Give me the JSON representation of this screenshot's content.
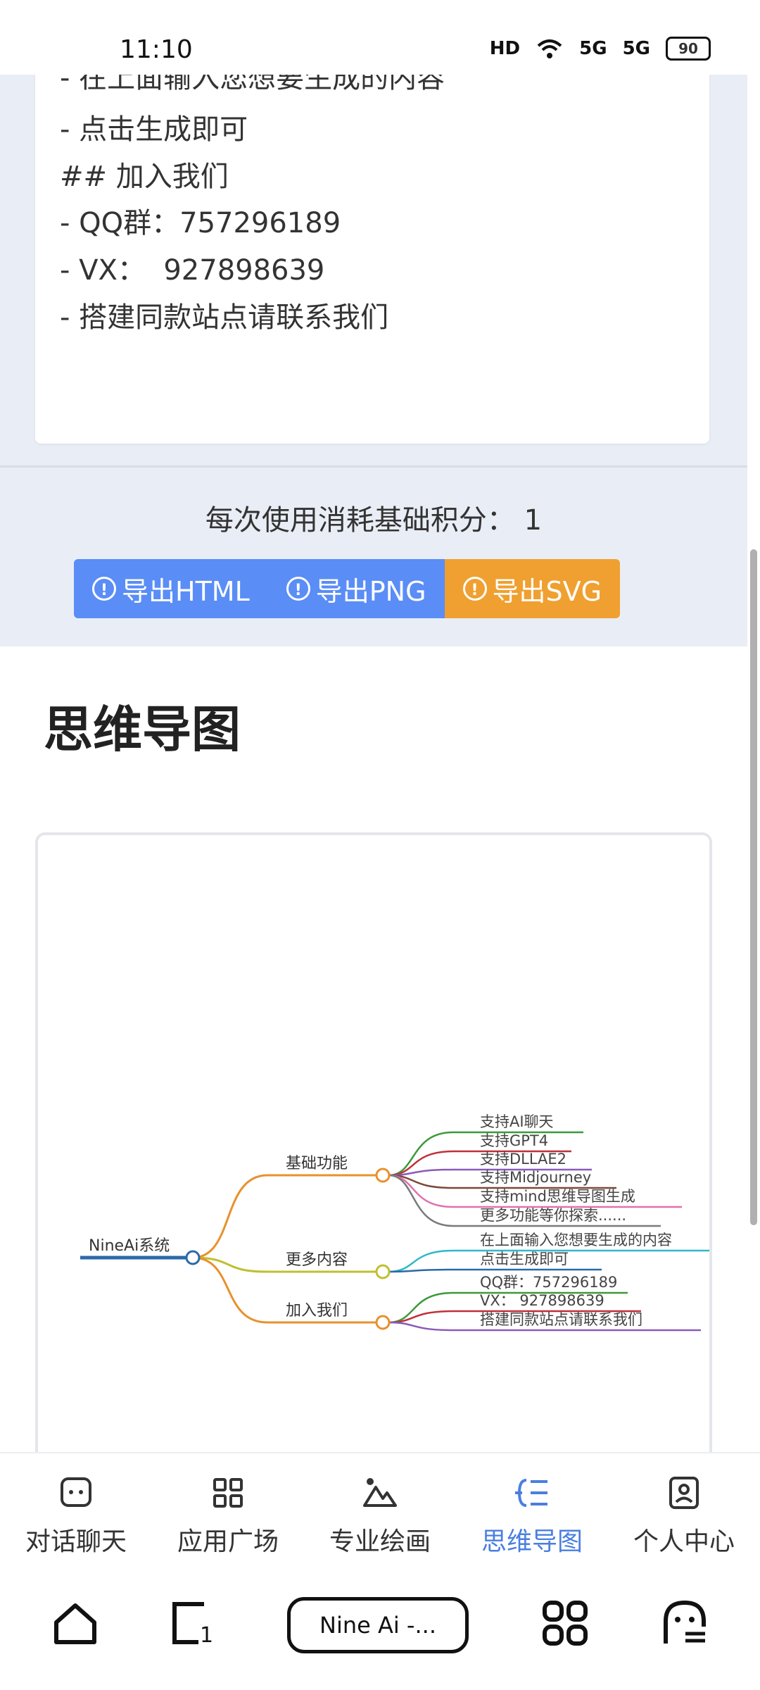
{
  "status_bar": {
    "time": "11:10",
    "hd_label": "HD",
    "signal1_label": "5G",
    "signal2_label": "5G",
    "battery": "90"
  },
  "content_card": {
    "lines": [
      "- 在上面输入您想要生成的内容",
      "- 点击生成即可",
      "## 加入我们",
      "- QQ群：757296189",
      "- VX：  927898639",
      "- 搭建同款站点请联系我们"
    ]
  },
  "cost_text": "每次使用消耗基础积分： 1",
  "export_buttons": [
    {
      "label": "导出HTML",
      "color": "#5a8df6"
    },
    {
      "label": "导出PNG",
      "color": "#5a8df6"
    },
    {
      "label": "导出SVG",
      "color": "#f0a030"
    }
  ],
  "page_title": "思维导图",
  "mindmap": {
    "root": "NineAi系统",
    "branches": [
      {
        "label": "基础功能",
        "color": "#e8912d",
        "children": [
          {
            "label": "支持AI聊天",
            "color": "#3a9a3a"
          },
          {
            "label": "支持GPT4",
            "color": "#c0303a"
          },
          {
            "label": "支持DLLAE2",
            "color": "#8a5ab8"
          },
          {
            "label": "支持Midjourney",
            "color": "#7a4a3a"
          },
          {
            "label": "支持mind思维导图生成",
            "color": "#e070b0"
          },
          {
            "label": "更多功能等你探索......",
            "color": "#7a7a7a"
          }
        ]
      },
      {
        "label": "更多内容",
        "color": "#c0c030",
        "children": [
          {
            "label": "在上面输入您想要生成的内容",
            "color": "#30b8c8"
          },
          {
            "label": "点击生成即可",
            "color": "#2a6aa8"
          }
        ]
      },
      {
        "label": "加入我们",
        "color": "#e8912d",
        "children": [
          {
            "label": "QQ群：757296189",
            "color": "#3a9a3a"
          },
          {
            "label": "VX：  927898639",
            "color": "#c0303a"
          },
          {
            "label": "搭建同款站点请联系我们",
            "color": "#8a5ab8"
          }
        ]
      }
    ],
    "root_color": "#2a6aa8"
  },
  "tabs": [
    {
      "label": "对话聊天",
      "icon": "chat-icon",
      "active": false
    },
    {
      "label": "应用广场",
      "icon": "apps-grid-icon",
      "active": false
    },
    {
      "label": "专业绘画",
      "icon": "painting-icon",
      "active": false
    },
    {
      "label": "思维导图",
      "icon": "mindmap-icon",
      "active": true
    },
    {
      "label": "个人中心",
      "icon": "profile-icon",
      "active": false
    }
  ],
  "accent_color": "#4a7fe0",
  "nav": {
    "pill_label": "Nine Ai -..."
  }
}
